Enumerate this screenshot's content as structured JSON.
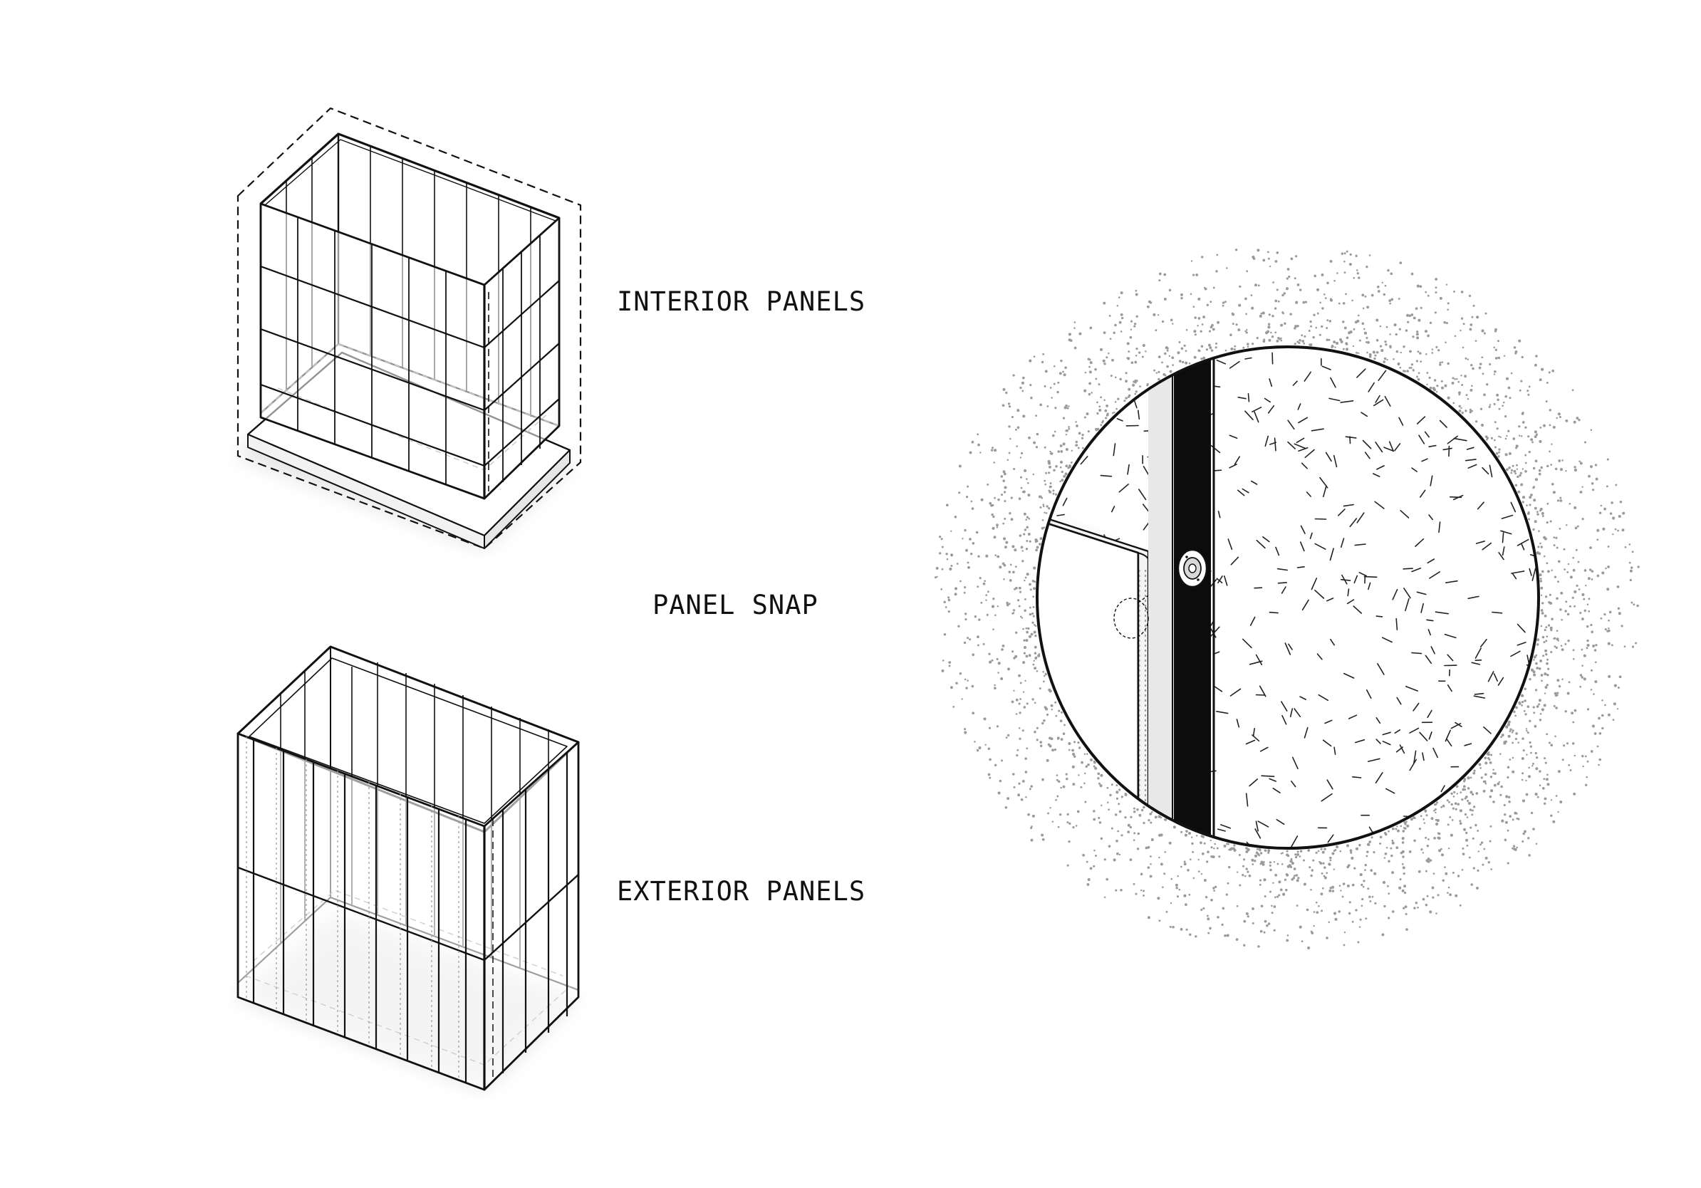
{
  "labels": {
    "interior": "INTERIOR PANELS",
    "snap": "PANEL SNAP",
    "exterior": "EXTERIOR PANELS"
  },
  "colors": {
    "ink": "#111111",
    "background": "#ffffff",
    "halftone": "#9a9a9a",
    "hatch": "#222222"
  },
  "icons": {
    "interior_box": "isometric-interior-panel-box",
    "exterior_box": "isometric-exterior-panel-box",
    "detail": "magnified-panel-snap-detail",
    "snap_fastener": "round-snap-fastener-icon"
  }
}
